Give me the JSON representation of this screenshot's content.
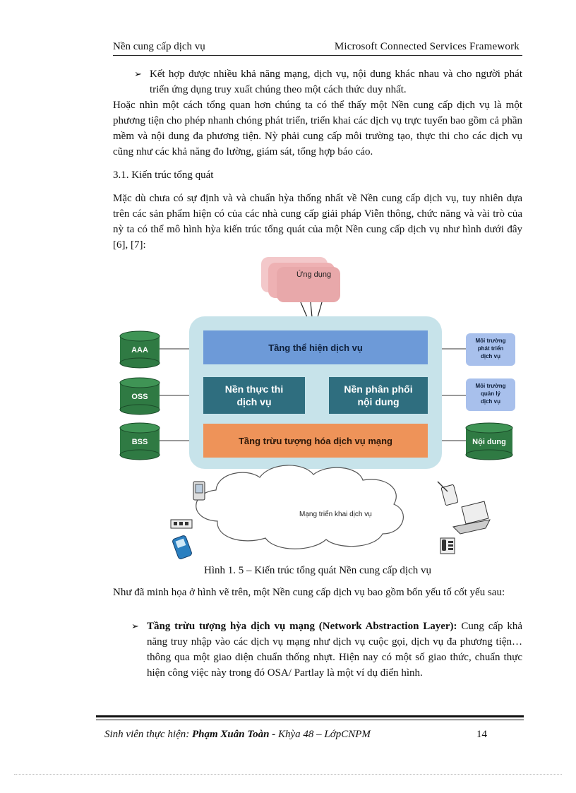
{
  "header": {
    "left": "Nền cung cấp dịch vụ",
    "right": "Microsoft Connected Services Framework"
  },
  "intro_bullet": "Kết hợp được nhiều khả năng mạng, dịch vụ, nội dung khác nhau và cho người phát triển ứng dụng truy xuất chúng theo một cách thức duy nhất.",
  "intro_para": "Hoặc nhìn một cách tổng quan hơn chúng ta có thể thấy một Nền cung cấp dịch vụ là một phương tiện cho phép nhanh chóng phát triển, triển khai các dịch vụ trực tuyến bao gồm cả phần mềm và nội dung đa phương tiện. Nỳ phải cung cấp môi trường tạo, thực thi cho các dịch vụ cũng như các khả năng đo lường, giám sát, tổng hợp báo cáo.",
  "section_title": "3.1.  Kiến trúc tổng quát",
  "section_para": "Mặc dù chưa có sự định và và chuẩn hỳa thống nhất về Nền cung cấp dịch vụ, tuy nhiên dựa trên các sản phẩm hiện có của các nhà cung cấp giải pháp Viễn thông, chức năng và vài trò của nỳ ta có thể mô hình hỳa kiến trúc tổng quát của một Nền cung cấp dịch vụ như hình dưới đây [6], [7]:",
  "figure": {
    "app": "Ứng dụng",
    "layer_top": "Tầng thể hiện dịch vụ",
    "exec_line1": "Nền thực thi",
    "exec_line2": "dịch vụ",
    "dist_line1": "Nền phân phối",
    "dist_line2": "nội dung",
    "layer_bottom": "Tầng trừu tượng hóa dịch vụ mạng",
    "left_dbs": [
      "AAA",
      "OSS",
      "BSS"
    ],
    "right_env1": [
      "Môi trường",
      "phát triển",
      "dịch vụ"
    ],
    "right_env2": [
      "Môi trường",
      "quản lý",
      "dịch vụ"
    ],
    "right_db": "Nội dung",
    "cloud": "Mạng triển khai dịch vụ",
    "colors": {
      "panel": "#c7e3ea",
      "blue_layer": "#6d9ad8",
      "teal_box": "#2f6e7f",
      "orange_layer": "#ee9359",
      "db_green": "#2f7a43",
      "env_blue": "#a8c0ec",
      "app_pink": "#e8a8aa"
    }
  },
  "caption": "Hình 1. 5 – Kiến trúc tổng quát Nền cung cấp dịch vụ",
  "after_para": "Như đã minh họa ở hình vẽ trên, một Nền cung cấp dịch vụ bao gồm bốn yếu tố cốt yếu sau:",
  "bullet2_title": "Tầng trừu tượng hỳa dịch vụ mạng (Network Abstraction Layer):",
  "bullet2_text": "Cung cấp khả năng truy nhập vào các dịch vụ mạng như dịch vụ cuộc gọi, dịch vụ đa phương tiện… thông qua một giao diện chuẩn thống nhựt. Hiện nay có một số giao thức, chuẩn thực hiện công việc này trong đó OSA/ Partlay là một ví dụ điển hình.",
  "footer": {
    "prefix": "Sinh viên thực hiện: ",
    "name": "Phạm Xuân Toàn - ",
    "suffix": " Khỳa 48 – LớpCNPM",
    "page": "14"
  }
}
